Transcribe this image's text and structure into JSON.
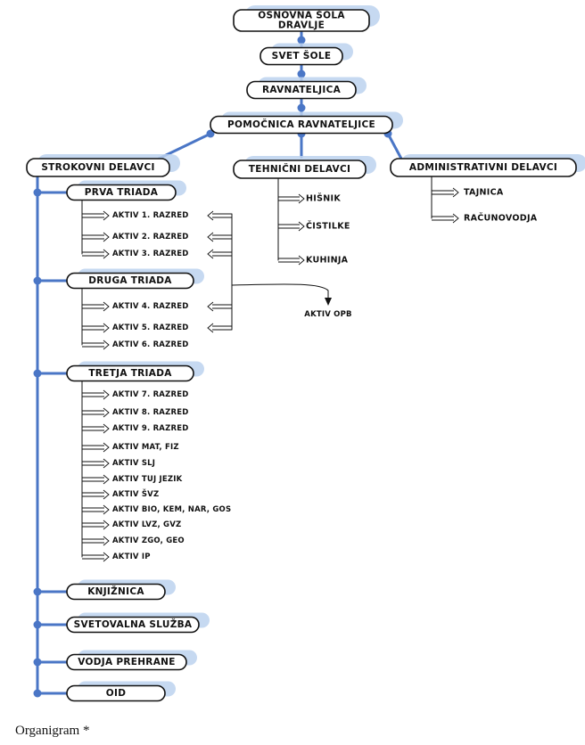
{
  "colors": {
    "line": "#4a76c6",
    "shadow": "#bcd2ef",
    "box_border": "#111111",
    "text": "#111111"
  },
  "top_chain": [
    "OSNOVNA ŠOLA DRAVLJE",
    "SVET ŠOLE",
    "RAVNATELJICA",
    "POMOČNICA RAVNATELJICE"
  ],
  "branches": {
    "strokovni": "STROKOVNI DELAVCI",
    "tehnicni": "TEHNIČNI DELAVCI",
    "administrativni": "ADMINISTRATIVNI DELAVCI"
  },
  "tehnicni_items": [
    "HIŠNIK",
    "ČISTILKE",
    "KUHINJA"
  ],
  "administrativni_items": [
    "TAJNICA",
    "RAČUNOVODJA"
  ],
  "groups": [
    {
      "label": "PRVA TRIADA",
      "items": [
        "AKTIV 1. RAZRED",
        "AKTIV 2. RAZRED",
        "AKTIV 3. RAZRED"
      ]
    },
    {
      "label": "DRUGA TRIADA",
      "items": [
        "AKTIV 4. RAZRED",
        "AKTIV 5. RAZRED",
        "AKTIV 6. RAZRED"
      ]
    },
    {
      "label": "TRETJA TRIADA",
      "items": [
        "AKTIV 7. RAZRED",
        "AKTIV 8. RAZRED",
        "AKTIV 9. RAZRED",
        "AKTIV MAT, FIZ",
        "AKTIV SLJ",
        "AKTIV TUJ JEZIK",
        "AKTIV ŠVZ",
        "AKTIV BIO, KEM, NAR, GOS",
        "AKTIV LVZ, GVZ",
        "AKTIV ZGO, GEO",
        "AKTIV IP"
      ]
    },
    {
      "label": "KNJIŽNICA",
      "items": []
    },
    {
      "label": "SVETOVALNA SLUŽBA",
      "items": []
    },
    {
      "label": "VODJA PREHRANE",
      "items": []
    },
    {
      "label": "OID",
      "items": []
    }
  ],
  "aktiv_opb": "AKTIV OPB",
  "caption": "Organigram *"
}
